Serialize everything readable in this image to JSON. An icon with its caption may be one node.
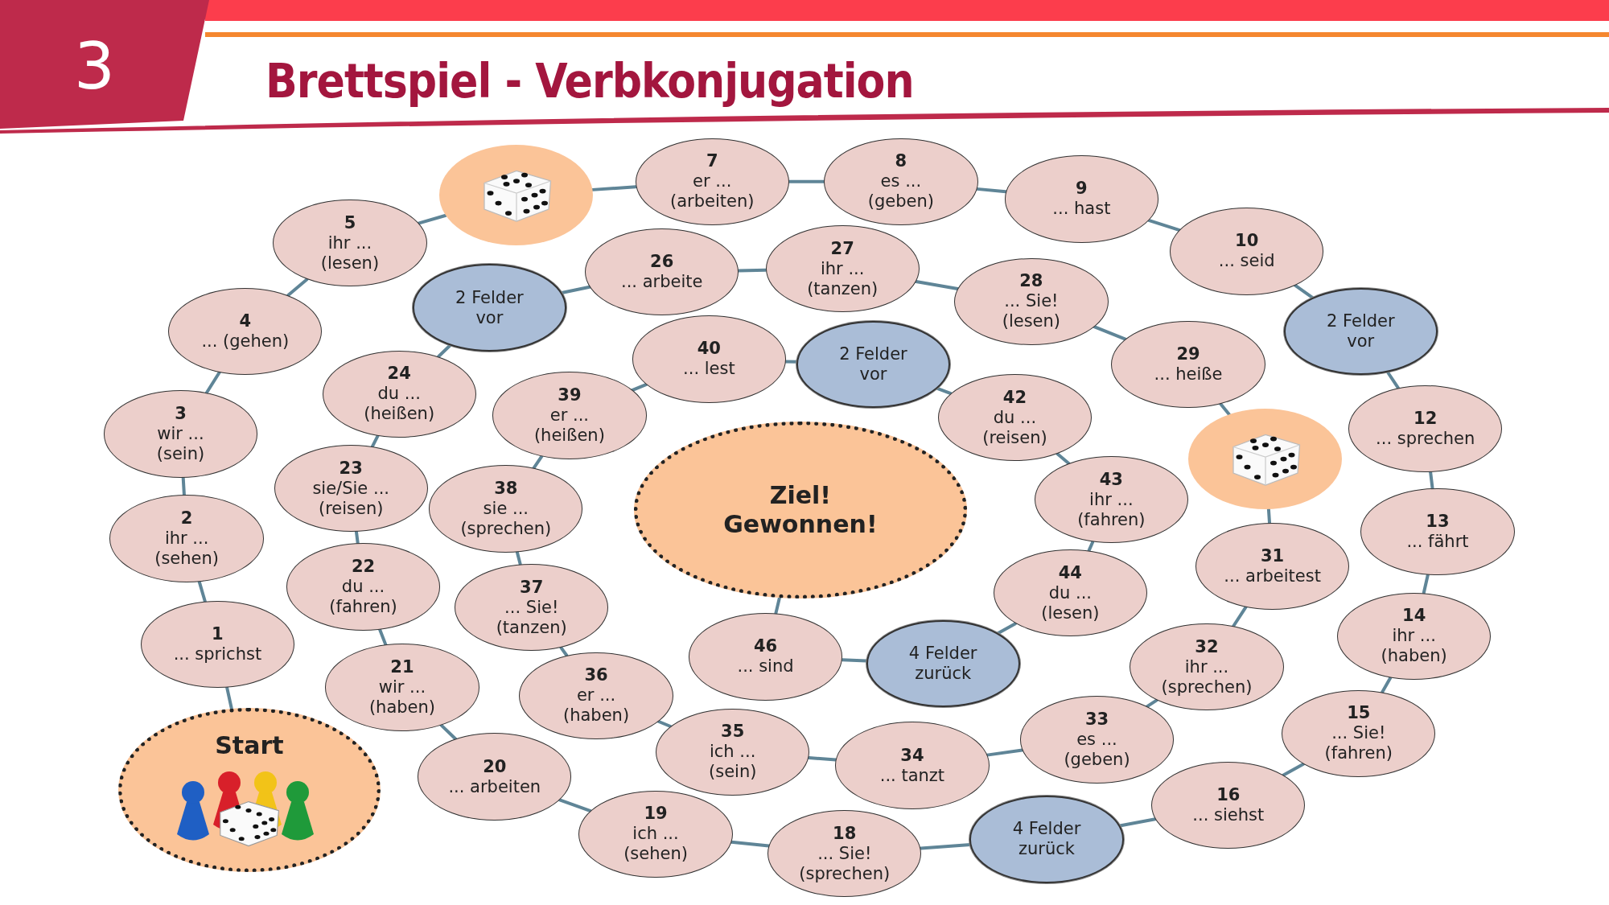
{
  "diagram": {
    "title": "Brettspiel - Verbkonjugation",
    "nodes": [
      {
        "text": [
          "Start"
        ]
      },
      {
        "text": [
          "1",
          "... sprichst"
        ]
      },
      {
        "text": [
          "2",
          "ihr ... (sehen)"
        ]
      },
      {
        "text": [
          "3",
          "wir ... (sein)"
        ]
      },
      {
        "text": [
          "4",
          "... (gehen)"
        ]
      },
      {
        "text": [
          "5",
          "ihr ... (lesen)"
        ]
      },
      {
        "text": [],
        "shape": "picture"
      },
      {
        "text": [
          "7",
          "er ... (arbeiten)"
        ]
      },
      {
        "text": [
          "8",
          "es ... (geben)"
        ]
      },
      {
        "text": [
          "9",
          "... hast"
        ]
      },
      {
        "text": [
          "10",
          "... seid"
        ]
      },
      {
        "text": [
          "2 Felder vor"
        ]
      },
      {
        "text": [
          "12",
          "... sprechen"
        ]
      },
      {
        "text": [
          "13",
          "... fährt"
        ]
      },
      {
        "text": [
          "14",
          "ihr ... (haben)"
        ]
      },
      {
        "text": [
          "15",
          "... Sie! (fahren)"
        ]
      },
      {
        "text": [
          "16",
          "... siehst"
        ]
      },
      {
        "text": [
          "4 Felder zurück"
        ]
      },
      {
        "text": [
          "18",
          "... Sie! (sprechen)"
        ]
      },
      {
        "text": [
          "19",
          "ich ... (sehen)"
        ]
      },
      {
        "text": [
          "20",
          "... arbeiten"
        ]
      },
      {
        "text": [
          "21",
          "wir ... (haben)"
        ]
      },
      {
        "text": [
          "22",
          "du ... (fahren)"
        ]
      },
      {
        "text": [
          "23",
          "sie/Sie ... (reisen)"
        ]
      },
      {
        "text": [
          "24",
          "du ... (heißen)"
        ]
      },
      {
        "text": [
          "2 Felder vor"
        ]
      },
      {
        "text": [
          "26",
          "... arbeite"
        ]
      },
      {
        "text": [
          "27",
          "ihr ... (tanzen)"
        ]
      },
      {
        "text": [
          "28",
          "... Sie! (lesen)"
        ]
      },
      {
        "text": [
          "29",
          "... heiße"
        ]
      },
      {
        "text": [],
        "shape": "picture"
      },
      {
        "text": [
          "31",
          "... arbeitest"
        ]
      },
      {
        "text": [
          "32",
          "ihr ... (sprechen)"
        ]
      },
      {
        "text": [
          "33",
          "es ... (geben)"
        ]
      },
      {
        "text": [
          "34",
          "... tanzt"
        ]
      },
      {
        "text": [
          "35",
          "ich ... (sein)"
        ]
      },
      {
        "text": [
          "36",
          "er ... (haben)"
        ]
      },
      {
        "text": [
          "37",
          "... Sie! (tanzen)"
        ]
      },
      {
        "text": [
          "38",
          "sie ... (sprechen)"
        ]
      },
      {
        "text": [
          "39",
          "er ... (heißen)"
        ]
      },
      {
        "text": [
          "40",
          "... lest"
        ]
      },
      {
        "text": [
          "2 Felder vor"
        ]
      },
      {
        "text": [
          "42",
          "du ... (reisen)"
        ]
      },
      {
        "text": [
          "43",
          "ihr ... (fahren)"
        ]
      },
      {
        "text": [
          "44",
          "du ... (lesen)"
        ]
      },
      {
        "text": [
          "4 Felder zurück"
        ]
      },
      {
        "text": [
          "46",
          "... sind"
        ]
      },
      {
        "text": [
          "Ziel! Gewonnen!"
        ]
      }
    ],
    "edges": [
      {
        "from": 0,
        "to": 1,
        "arrow": "none"
      },
      {
        "from": 1,
        "to": 2,
        "arrow": "none"
      },
      {
        "from": 2,
        "to": 3,
        "arrow": "none"
      },
      {
        "from": 3,
        "to": 4,
        "arrow": "none"
      },
      {
        "from": 4,
        "to": 5,
        "arrow": "none"
      },
      {
        "from": 5,
        "to": 6,
        "arrow": "none"
      },
      {
        "from": 6,
        "to": 7,
        "arrow": "none"
      },
      {
        "from": 7,
        "to": 8,
        "arrow": "none"
      },
      {
        "from": 8,
        "to": 9,
        "arrow": "none"
      },
      {
        "from": 9,
        "to": 10,
        "arrow": "none"
      },
      {
        "from": 10,
        "to": 11,
        "arrow": "none"
      },
      {
        "from": 11,
        "to": 12,
        "arrow": "none"
      },
      {
        "from": 12,
        "to": 13,
        "arrow": "none"
      },
      {
        "from": 13,
        "to": 14,
        "arrow": "none"
      },
      {
        "from": 14,
        "to": 15,
        "arrow": "none"
      },
      {
        "from": 15,
        "to": 16,
        "arrow": "none"
      },
      {
        "from": 16,
        "to": 17,
        "arrow": "none"
      },
      {
        "from": 17,
        "to": 18,
        "arrow": "none"
      },
      {
        "from": 18,
        "to": 19,
        "arrow": "none"
      },
      {
        "from": 19,
        "to": 20,
        "arrow": "none"
      },
      {
        "from": 20,
        "to": 21,
        "arrow": "none"
      },
      {
        "from": 21,
        "to": 22,
        "arrow": "none"
      },
      {
        "from": 22,
        "to": 23,
        "arrow": "none"
      },
      {
        "from": 23,
        "to": 24,
        "arrow": "none"
      },
      {
        "from": 24,
        "to": 25,
        "arrow": "none"
      },
      {
        "from": 25,
        "to": 26,
        "arrow": "none"
      },
      {
        "from": 26,
        "to": 27,
        "arrow": "none"
      },
      {
        "from": 27,
        "to": 28,
        "arrow": "none"
      },
      {
        "from": 28,
        "to": 29,
        "arrow": "none"
      },
      {
        "from": 29,
        "to": 30,
        "arrow": "none"
      },
      {
        "from": 30,
        "to": 31,
        "arrow": "none"
      },
      {
        "from": 31,
        "to": 32,
        "arrow": "none"
      },
      {
        "from": 32,
        "to": 33,
        "arrow": "none"
      },
      {
        "from": 33,
        "to": 34,
        "arrow": "none"
      },
      {
        "from": 34,
        "to": 35,
        "arrow": "none"
      },
      {
        "from": 35,
        "to": 36,
        "arrow": "none"
      },
      {
        "from": 36,
        "to": 37,
        "arrow": "none"
      },
      {
        "from": 37,
        "to": 38,
        "arrow": "none"
      },
      {
        "from": 38,
        "to": 39,
        "arrow": "none"
      },
      {
        "from": 39,
        "to": 40,
        "arrow": "none"
      },
      {
        "from": 40,
        "to": 41,
        "arrow": "none"
      },
      {
        "from": 41,
        "to": 42,
        "arrow": "none"
      },
      {
        "from": 42,
        "to": 43,
        "arrow": "none"
      },
      {
        "from": 43,
        "to": 44,
        "arrow": "none"
      },
      {
        "from": 44,
        "to": 45,
        "arrow": "none"
      },
      {
        "from": 45,
        "to": 46,
        "arrow": "none"
      },
      {
        "from": 46,
        "to": 47,
        "arrow": "none"
      }
    ],
    "labels": [
      "3"
    ]
  }
}
